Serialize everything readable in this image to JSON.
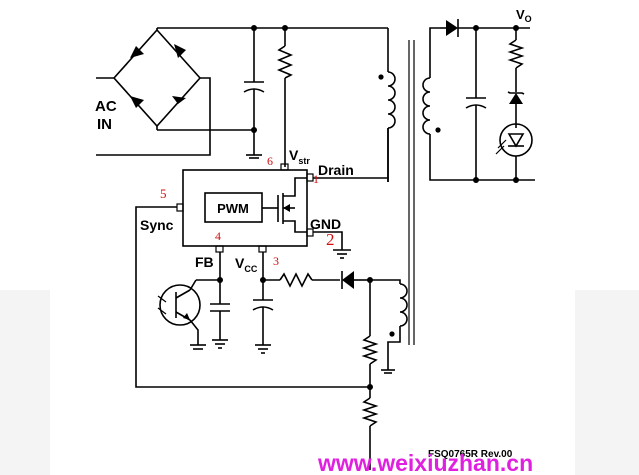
{
  "labels": {
    "vo": "V",
    "vo_sub": "O",
    "ac_line1": "AC",
    "ac_line2": "IN",
    "vstr": "V",
    "vstr_sub": "str",
    "drain": "Drain",
    "sync": "Sync",
    "pwm": "PWM",
    "gnd": "GND",
    "fb": "FB",
    "vcc": "V",
    "vcc_sub": "CC",
    "doc_ref": "FSQ0765R  Rev.00"
  },
  "pin_numbers": {
    "pin1": "1",
    "pin2": "2",
    "pin3": "3",
    "pin4": "4",
    "pin5": "5",
    "pin6": "6"
  },
  "watermark": {
    "text": "www.weixiuzhan.cn",
    "color": "#e020e0"
  },
  "colors": {
    "wire": "#000000",
    "pin_number": "#d01010",
    "background": "#ffffff"
  }
}
